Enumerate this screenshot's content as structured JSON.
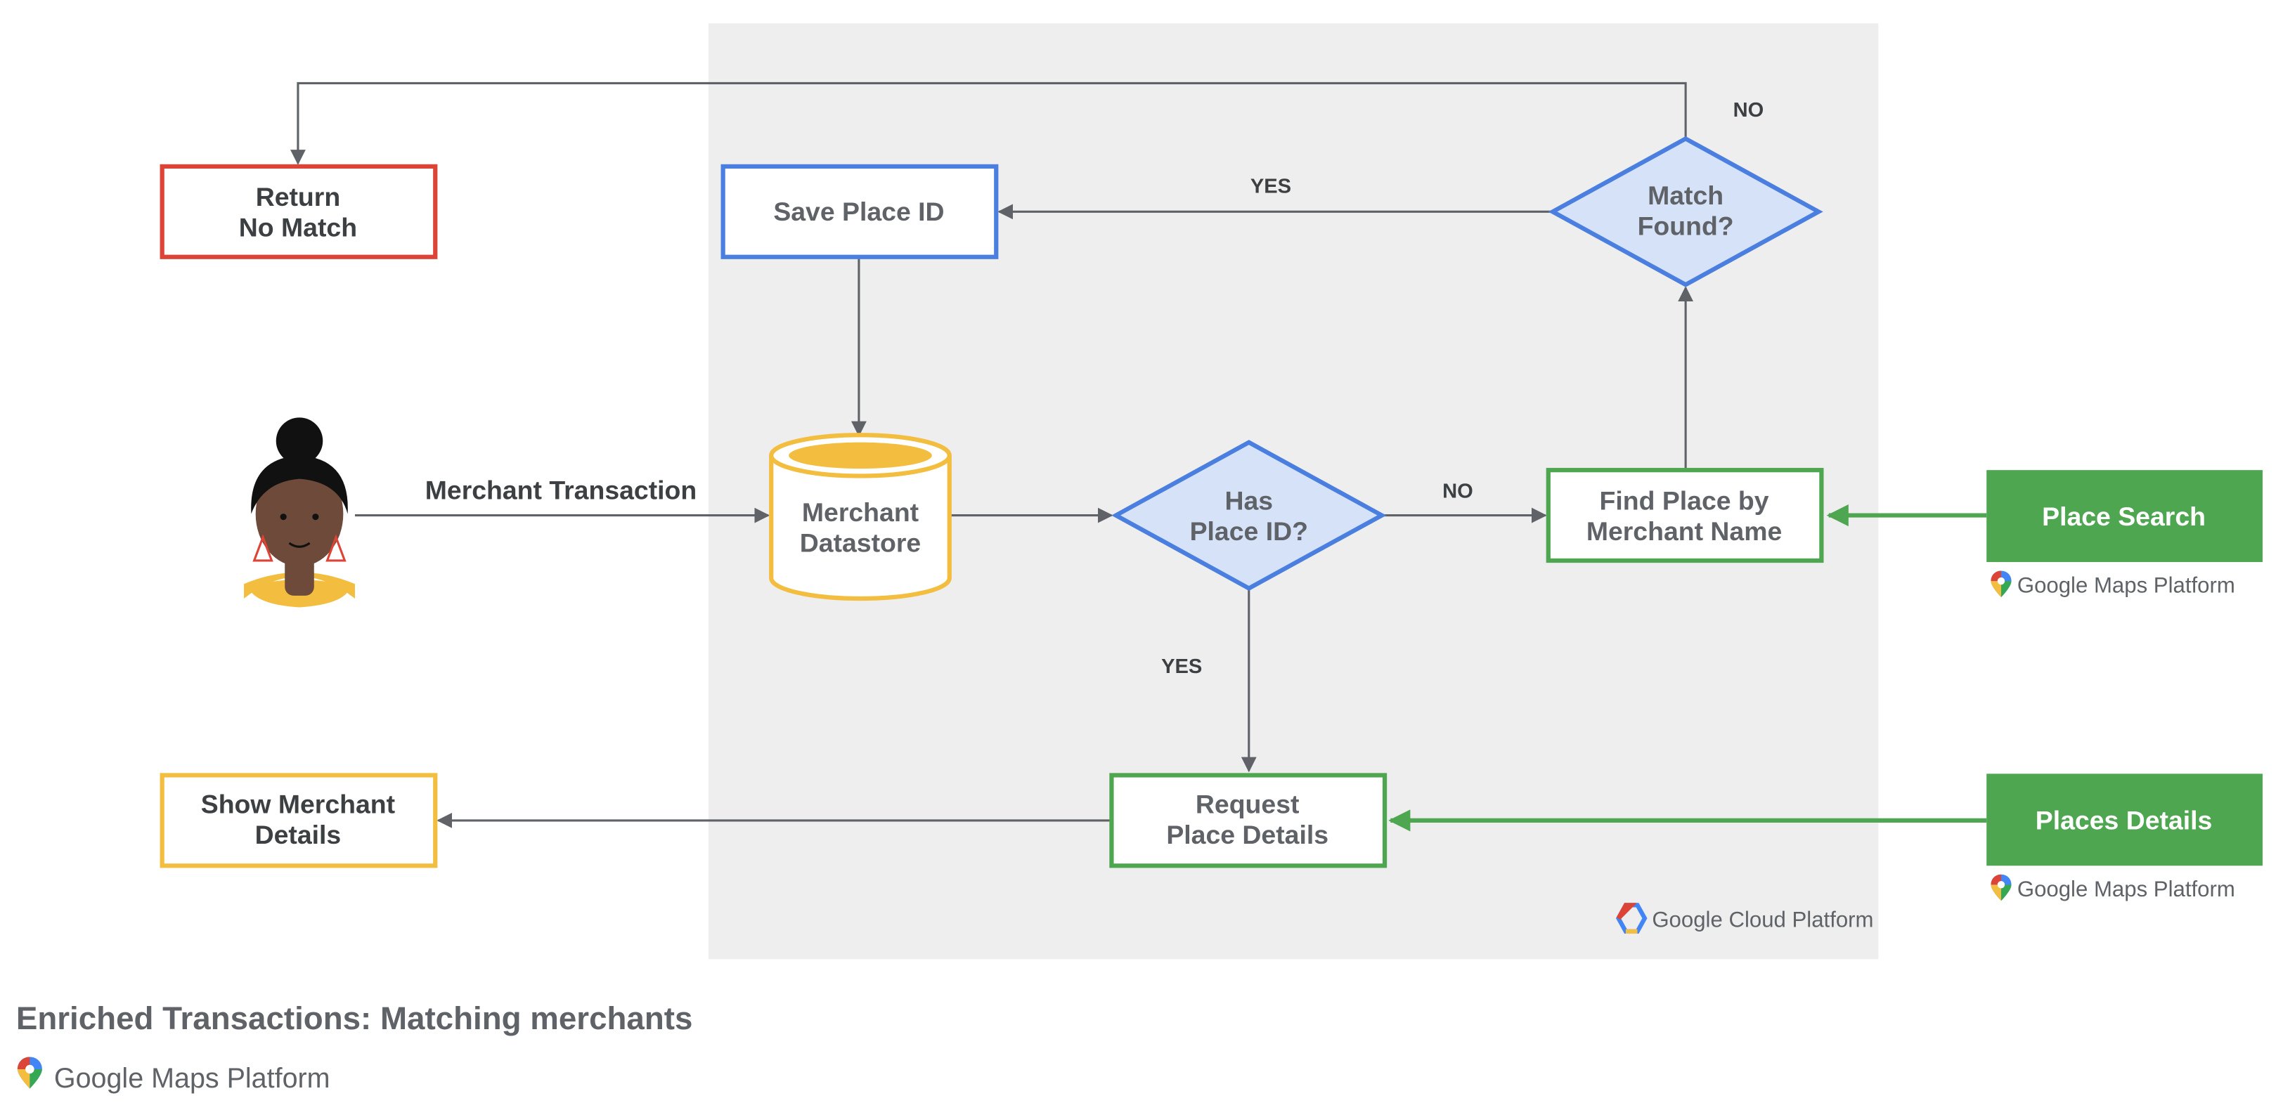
{
  "colors": {
    "panel": "#eeeeee",
    "blue": "#4a7fe0",
    "blue_fill": "#d5e2f8",
    "red": "#db4437",
    "green": "#4fa651",
    "yellow": "#f3be3f",
    "edge": "#5f6368",
    "text": "#5f6368"
  },
  "nodes": {
    "return_no_match": {
      "line1": "Return",
      "line2": "No Match"
    },
    "save_place_id": {
      "label": "Save Place ID"
    },
    "match_found": {
      "line1": "Match",
      "line2": "Found?"
    },
    "merchant_datastore": {
      "line1": "Merchant",
      "line2": "Datastore"
    },
    "has_place_id": {
      "line1": "Has",
      "line2": "Place ID?"
    },
    "find_place": {
      "line1": "Find Place by",
      "line2": "Merchant Name"
    },
    "show_merchant": {
      "line1": "Show Merchant",
      "line2": "Details"
    },
    "request_details": {
      "line1": "Request",
      "line2": "Place Details"
    },
    "place_search": {
      "label": "Place Search"
    },
    "places_details": {
      "label": "Places Details"
    }
  },
  "edges": {
    "merchant_transaction": "Merchant Transaction",
    "match_no": "NO",
    "match_yes": "YES",
    "has_id_no": "NO",
    "has_id_yes": "YES"
  },
  "logos": {
    "maps_platform": "Google Maps Platform",
    "cloud_platform": "Google Cloud Platform"
  },
  "icons": {
    "person": "person-avatar-icon",
    "map_pin": "map-pin-icon",
    "cloud_hexagon": "cloud-hexagon-icon"
  },
  "footer": {
    "title": "Enriched Transactions: Matching merchants",
    "logo": "Google Maps Platform"
  }
}
